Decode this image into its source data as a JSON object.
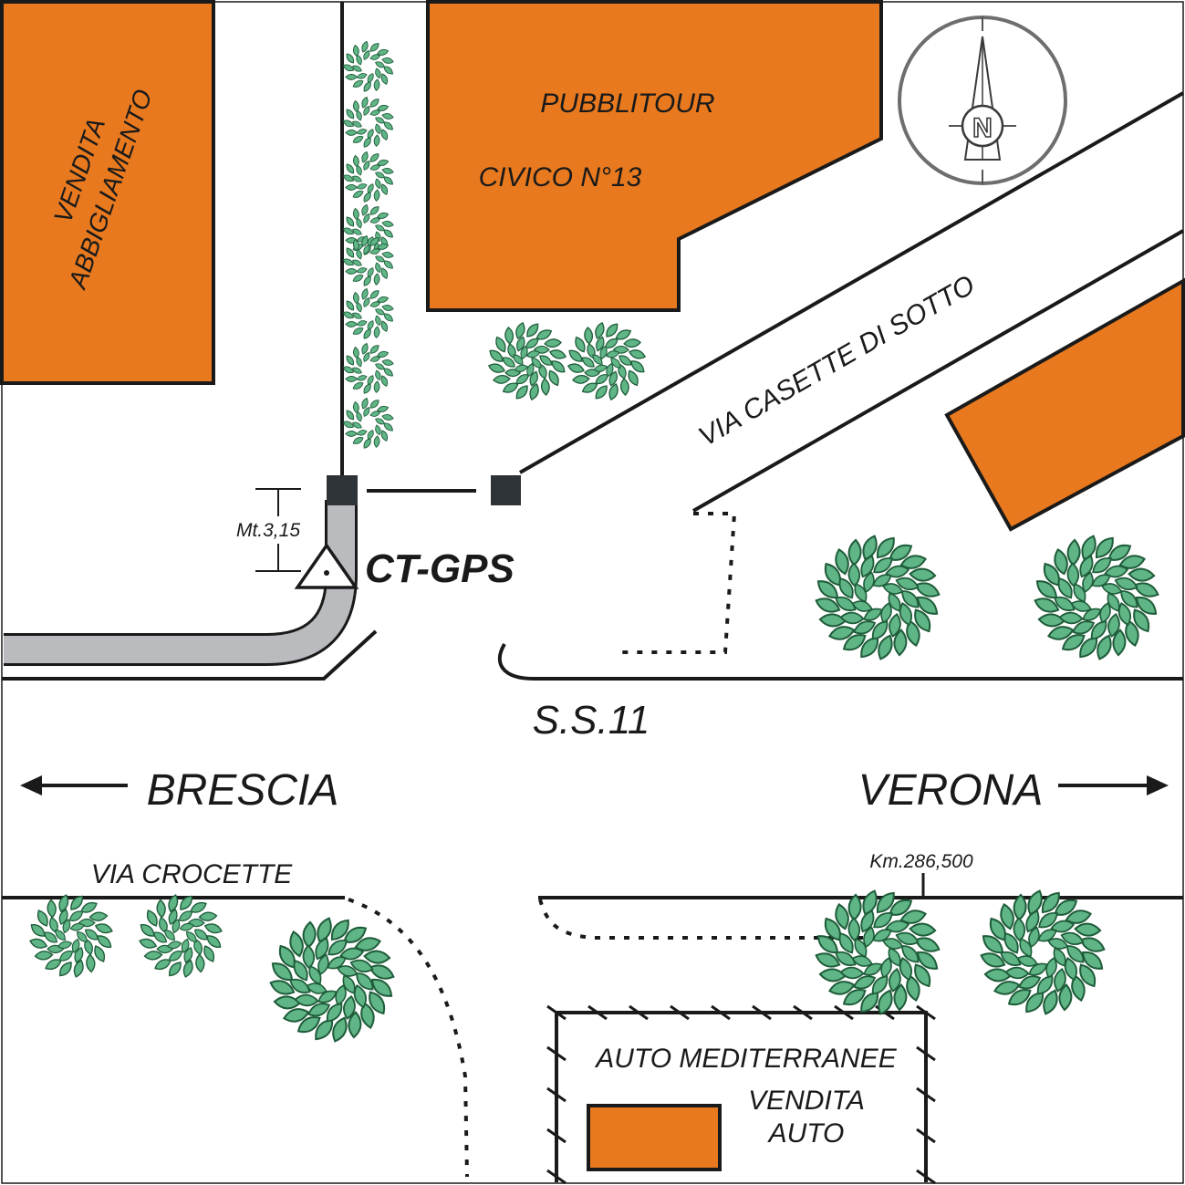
{
  "labels": {
    "vendita_abbigliamento_1": "VENDITA",
    "vendita_abbigliamento_2": "ABBIGLIAMENTO",
    "pubblitour": "PUBBLITOUR",
    "civico": "CIVICO N°13",
    "via_casette": "VIA CASETTE DI SOTTO",
    "measure": "Mt.3,15",
    "station": "CT-GPS",
    "road_ss11": "S.S.11",
    "brescia": "BRESCIA",
    "verona": "VERONA",
    "via_crocette": "VIA CROCETTE",
    "km": "Km.286,500",
    "auto_med": "AUTO MEDITERRANEE",
    "vendita_auto_1": "VENDITA",
    "vendita_auto_2": "AUTO"
  },
  "compass": {
    "letter": "N"
  },
  "colors": {
    "building": "#e8791e",
    "tree_fill": "#5fb585",
    "tree_stroke": "#1f5c3a",
    "sidewalk": "#b9bbbf"
  }
}
